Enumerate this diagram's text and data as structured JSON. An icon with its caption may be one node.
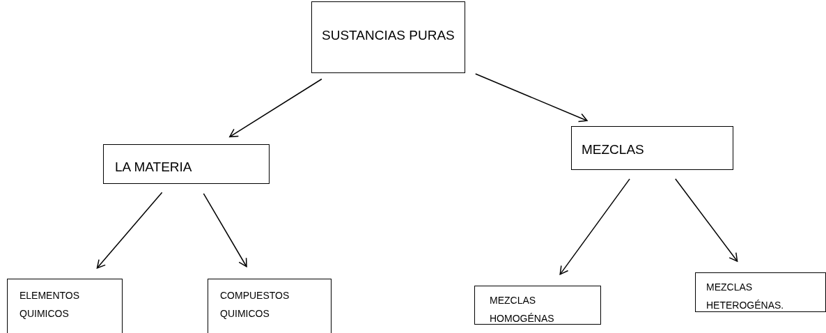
{
  "diagram": {
    "nodes": [
      {
        "text": [
          "SUSTANCIAS PURAS"
        ]
      },
      {
        "text": [
          "LA MATERIA"
        ]
      },
      {
        "text": [
          "MEZCLAS"
        ]
      },
      {
        "text": [
          "ELEMENTOS QUIMICOS"
        ]
      },
      {
        "text": [
          "COMPUESTOS QUIMICOS"
        ]
      },
      {
        "text": [
          "MEZCLAS HOMOGÉNAS"
        ]
      },
      {
        "text": [
          "MEZCLAS HETEROGÉNAS."
        ]
      }
    ],
    "edges": [
      {
        "from": 0,
        "to": 1,
        "arrow": "to"
      },
      {
        "from": 0,
        "to": 2,
        "arrow": "to"
      },
      {
        "from": 1,
        "to": 3,
        "arrow": "to"
      },
      {
        "from": 1,
        "to": 4,
        "arrow": "to"
      },
      {
        "from": 2,
        "to": 5,
        "arrow": "to"
      },
      {
        "from": 2,
        "to": 6,
        "arrow": "to"
      }
    ]
  }
}
